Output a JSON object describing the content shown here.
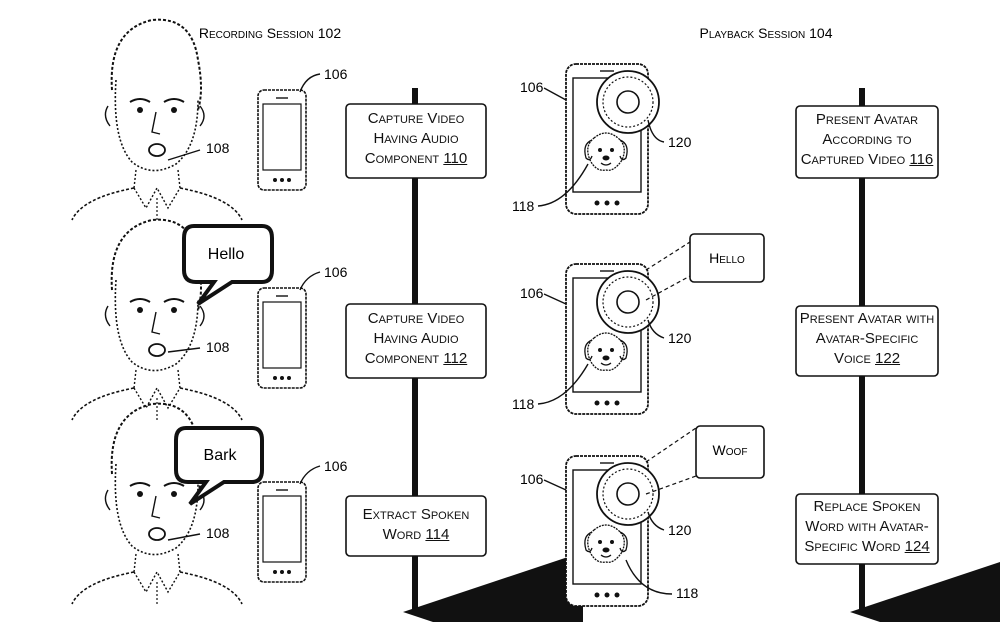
{
  "recording": {
    "title": "Recording Session 102",
    "steps": [
      {
        "lines": [
          "Capture Video",
          "Having Audio",
          "Component"
        ],
        "ref": "110"
      },
      {
        "lines": [
          "Capture Video",
          "Having Audio",
          "Component"
        ],
        "ref": "112"
      },
      {
        "lines": [
          "Extract Spoken",
          "Word"
        ],
        "ref": "114"
      }
    ],
    "person_ref": "108",
    "device_ref": "106",
    "bubbles": [
      "Hello",
      "Bark"
    ]
  },
  "playback": {
    "title": "Playback Session 104",
    "steps": [
      {
        "lines": [
          "Present Avatar",
          "According to",
          "Captured Video"
        ],
        "ref": "116"
      },
      {
        "lines": [
          "Present Avatar with",
          "Avatar-Specific",
          "Voice"
        ],
        "ref": "122"
      },
      {
        "lines": [
          "Replace Spoken",
          "Word with Avatar-",
          "Specific Word"
        ],
        "ref": "124"
      }
    ],
    "device_ref": "106",
    "speaker_ref": "120",
    "avatar_ref": "118",
    "outputs": [
      "Hello",
      "Woof"
    ]
  }
}
